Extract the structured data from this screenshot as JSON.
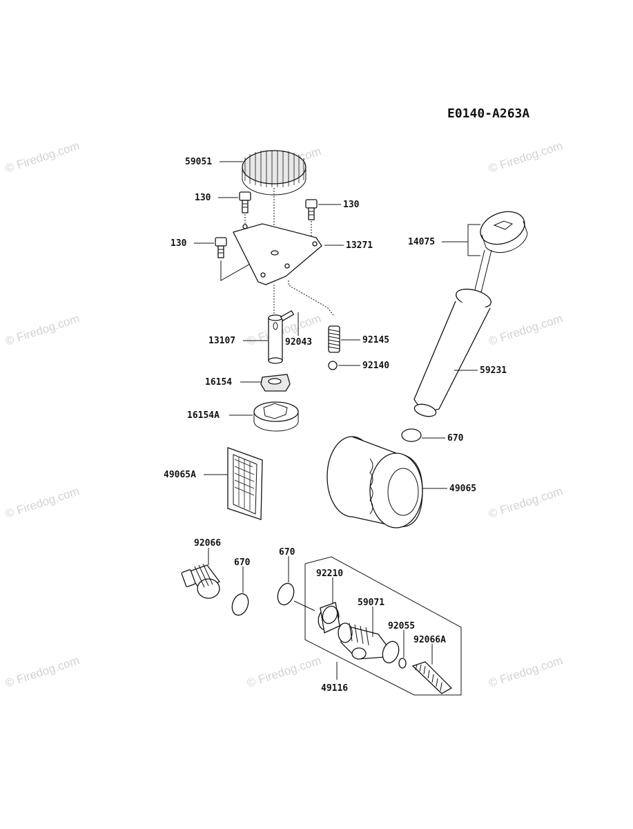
{
  "diagram_code": "E0140-A263A",
  "watermark_text": "© Firedog.com",
  "parts": {
    "p59051": "59051",
    "p130a": "130",
    "p130b": "130",
    "p130c": "130",
    "p13271": "13271",
    "p13107": "13107",
    "p92043": "92043",
    "p92145": "92145",
    "p92140": "92140",
    "p16154": "16154",
    "p16154A": "16154A",
    "p14075": "14075",
    "p59231": "59231",
    "p670a": "670",
    "p49065": "49065",
    "p49065A": "49065A",
    "p92066": "92066",
    "p670b": "670",
    "p670c": "670",
    "p92210": "92210",
    "p59071": "59071",
    "p92055": "92055",
    "p92066A": "92066A",
    "p49116": "49116"
  }
}
